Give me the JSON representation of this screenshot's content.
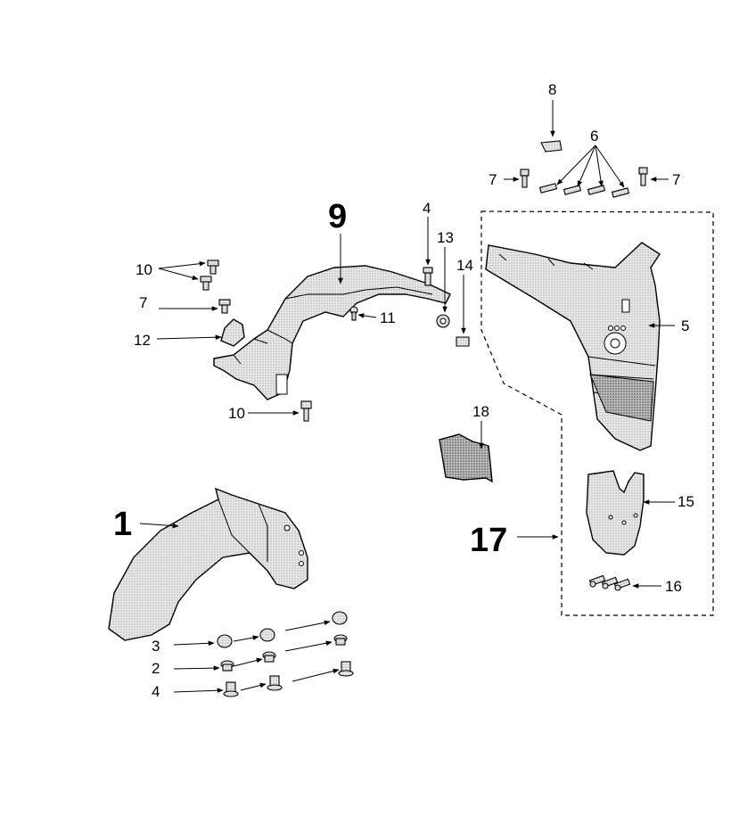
{
  "callouts": {
    "c1": "1",
    "c2": "2",
    "c3": "3",
    "c4a": "4",
    "c4b": "4",
    "c5": "5",
    "c6": "6",
    "c7a": "7",
    "c7b": "7",
    "c7c": "7",
    "c8": "8",
    "c9": "9",
    "c10a": "10",
    "c10b": "10",
    "c11": "11",
    "c12": "12",
    "c13": "13",
    "c14": "14",
    "c15": "15",
    "c16": "16",
    "c17": "17",
    "c18": "18"
  }
}
